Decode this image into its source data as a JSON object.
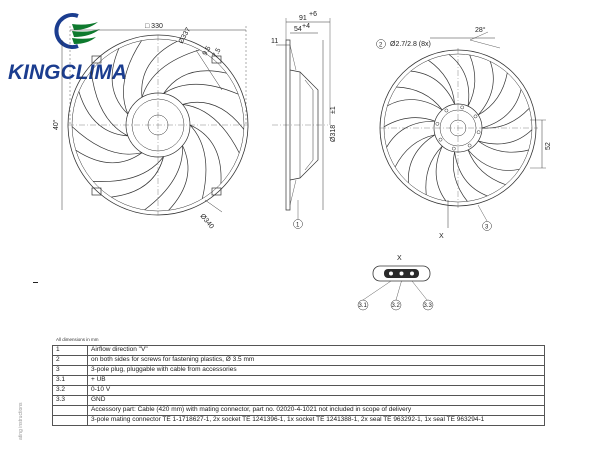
{
  "logo": {
    "brand": "KINGCLIMA",
    "colors": {
      "text": "#1b3d8f",
      "swoosh": "#0e7a2e"
    }
  },
  "front_view": {
    "dim_width": "□ 330",
    "dim_diameter_outer": "Ø337",
    "dim_rib_1": "9.5",
    "dim_rib_2": "7.5",
    "dim_angle": "40°",
    "dim_bottom_diameter": "Ø340"
  },
  "side_view": {
    "dim_depth_total": "91",
    "dim_depth_total_tol": "+6",
    "dim_depth_inner": "54",
    "dim_depth_inner_tol": "+4",
    "dim_flange": "11",
    "dim_height": "Ø318",
    "dim_height_tol": "±1",
    "callout": "1"
  },
  "rear_view": {
    "callout_2": "2",
    "dim_hole": "Ø2.7/2.8 (8x)",
    "dim_angle": "28°",
    "dim_offset": "52",
    "callout_3": "3",
    "section_mark": "X"
  },
  "connector_detail": {
    "label": "X",
    "pins": [
      "3.1",
      "3.2",
      "3.3"
    ]
  },
  "legend": {
    "note": "All dimensions in mm",
    "rows": [
      {
        "code": "1",
        "text": "Airflow direction \"V\""
      },
      {
        "code": "2",
        "text": "on both sides for screws for fastening plastics, Ø 3.5 mm"
      },
      {
        "code": "3",
        "text": "3-pole plug, pluggable with cable from accessories"
      },
      {
        "code": "3.1",
        "text": "+ UB"
      },
      {
        "code": "3.2",
        "text": "0-10 V"
      },
      {
        "code": "3.3",
        "text": "GND"
      },
      {
        "code": "",
        "text": "Accessory part: Cable (420 mm) with mating connector, part no. 02020-4-1021 not included in scope of delivery"
      },
      {
        "code": "",
        "text": "3-pole mating connector TE 1-1718627-1, 2x socket TE 1241396-1, 1x socket TE 1241388-1, 2x seal TE 963292-1, 1x seal TE 963294-1"
      }
    ]
  },
  "side_note": "ating instructions"
}
